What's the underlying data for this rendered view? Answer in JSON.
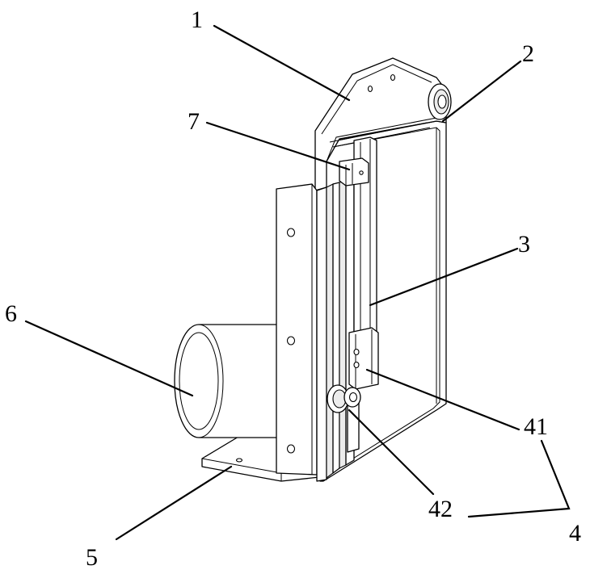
{
  "figure": {
    "labels": [
      {
        "id": "label-1",
        "text": "1"
      },
      {
        "id": "label-2",
        "text": "2"
      },
      {
        "id": "label-3",
        "text": "3"
      },
      {
        "id": "label-4",
        "text": "4"
      },
      {
        "id": "label-5",
        "text": "5"
      },
      {
        "id": "label-6",
        "text": "6"
      },
      {
        "id": "label-7",
        "text": "7"
      },
      {
        "id": "label-41",
        "text": "41"
      },
      {
        "id": "label-42",
        "text": "42"
      }
    ]
  },
  "colors": {
    "line": "#000000",
    "background": "#ffffff",
    "shading": "#ececec"
  }
}
